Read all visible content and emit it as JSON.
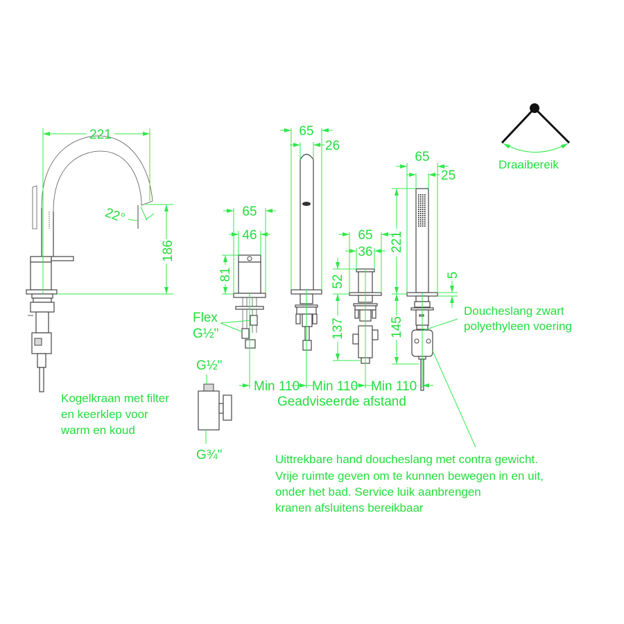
{
  "drawing": {
    "colors": {
      "annotation": "#22dd3c",
      "dimension_line": "#2ee84a",
      "part_outline": "#444444",
      "symbol": "#111111",
      "background": "#ffffff"
    },
    "spout": {
      "width": "221",
      "height": "186",
      "angle": "22°"
    },
    "mixer": {
      "outer_width": "65",
      "inner_width": "46",
      "height": "81",
      "flex_label": "Flex",
      "flex_thread": "G½\""
    },
    "handheld_valve": {
      "outer_width": "65",
      "inner_width": "26"
    },
    "diverter": {
      "outer_width": "65",
      "inner_width": "36",
      "height_above": "52",
      "height_below": "137"
    },
    "hand_shower": {
      "outer_width": "65",
      "inner_width": "25",
      "height": "221",
      "plate": "5",
      "below_deck": "145"
    },
    "spacing": {
      "gaps": [
        "Min 110",
        "Min 110",
        "Min 110"
      ],
      "caption": "Geadviseerde afstand"
    },
    "ball_valve": {
      "thread_top": "G½\"",
      "thread_bottom": "G¾\"",
      "note_lines": [
        "Kogelkraan met filter",
        "en keerklep voor",
        "warm en koud"
      ]
    },
    "rotation": {
      "label": "Draaibereik"
    },
    "hose_note": {
      "lines": [
        "Doucheslang zwart",
        "polyethyleen voering"
      ]
    },
    "pullout_note": {
      "lines": [
        "Uittrekbare hand doucheslang met contra gewicht.",
        "Vrije ruimte geven om te kunnen bewegen in en uit,",
        "onder het bad. Service luik aanbrengen",
        "kranen afsluitens bereikbaar"
      ]
    }
  }
}
